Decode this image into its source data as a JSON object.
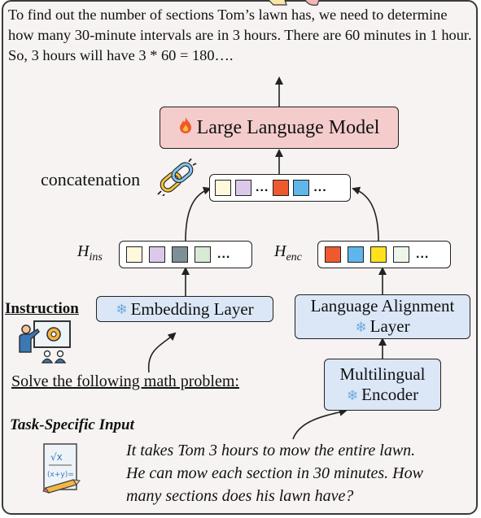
{
  "output_text": "To find out the number of sections Tom’s lawn has, we need to determine how many 30-minute intervals are in 3 hours. There are 60 minutes in 1 hour. So, 3 hours will have 3 * 60 = 180….",
  "llm": {
    "icon": "fire-icon",
    "label": "Large Language Model"
  },
  "concat": {
    "label": "concatenation",
    "icon": "chain-link-icon"
  },
  "h_ins": {
    "base": "H",
    "sub": "ins",
    "token_colors": [
      "#fff8dc",
      "#dcc9ea",
      "#7f8f96",
      "#d8ead3"
    ],
    "dots": "..."
  },
  "h_enc": {
    "base": "H",
    "sub": "enc",
    "token_colors": [
      "#ee5a2f",
      "#5fb6ea",
      "#ffe11e",
      "#eef5ea"
    ],
    "dots": "..."
  },
  "concat_tokens": {
    "colors": [
      "#fff8dc",
      "#dcc9ea",
      "#ee5a2f",
      "#5fb6ea"
    ],
    "dots": [
      "...",
      "..."
    ]
  },
  "instruction": {
    "label": "Instruction",
    "icon": "teacher-presentation-icon",
    "embedding_layer": "Embedding Layer",
    "text": "Solve the following math problem:"
  },
  "alignment_layer": {
    "line1": "Language Alignment",
    "line2": "Layer"
  },
  "encoder": {
    "line1": "Multilingual",
    "line2": "Encoder"
  },
  "task": {
    "label": "Task-Specific Input",
    "icon": "math-worksheet-icon",
    "lines": [
      "It takes Tom 3 hours to mow the entire lawn.",
      "He can mow each section in 30 minutes. How",
      "many sections does his lawn have?"
    ]
  },
  "frozen_icon": "snowflake-icon"
}
